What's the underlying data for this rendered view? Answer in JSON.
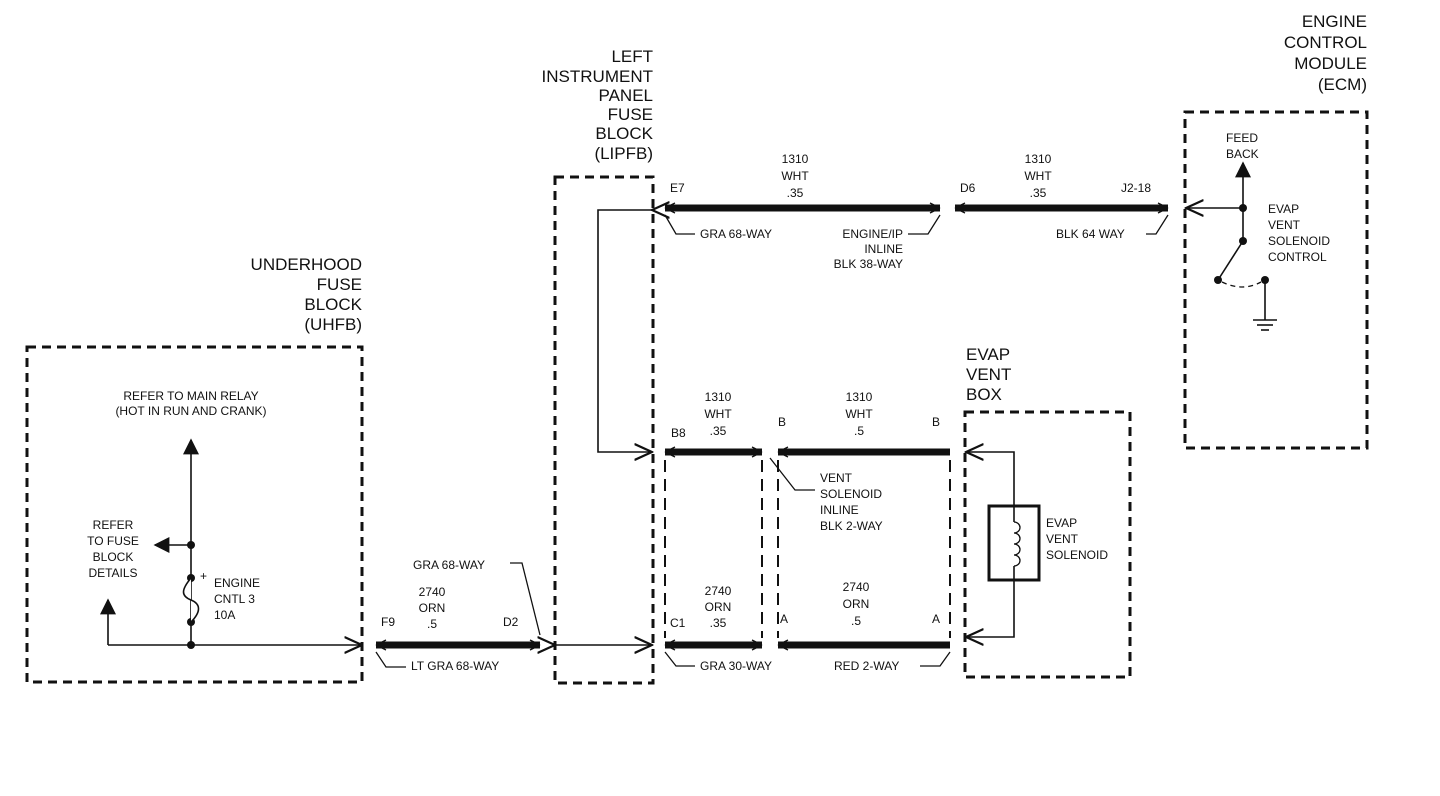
{
  "modules": {
    "ecm": [
      "ENGINE",
      "CONTROL",
      "MODULE",
      "(ECM)"
    ],
    "lipfb": [
      "LEFT",
      "INSTRUMENT",
      "PANEL",
      "FUSE",
      "BLOCK",
      "(LIPFB)"
    ],
    "uhfb": [
      "UNDERHOOD",
      "FUSE",
      "BLOCK",
      "(UHFB)"
    ],
    "evap_box": [
      "EVAP",
      "VENT",
      "BOX"
    ]
  },
  "uhfb_internal": {
    "main_relay": [
      "REFER TO MAIN RELAY",
      "(HOT IN RUN AND CRANK)"
    ],
    "fuse_details": [
      "REFER",
      "TO FUSE",
      "BLOCK",
      "DETAILS"
    ],
    "fuse": [
      "ENGINE",
      "CNTL 3",
      "10A"
    ]
  },
  "ecm_internal": {
    "feedback": [
      "FEED",
      "BACK"
    ],
    "control": [
      "EVAP",
      "VENT",
      "SOLENOID",
      "CONTROL"
    ]
  },
  "solenoid": [
    "EVAP",
    "VENT",
    "SOLENOID"
  ],
  "wires": {
    "top_left": [
      "1310",
      "WHT",
      ".35"
    ],
    "top_right": [
      "1310",
      "WHT",
      ".35"
    ],
    "mid_left": [
      "1310",
      "WHT",
      ".35"
    ],
    "mid_right": [
      "1310",
      "WHT",
      ".5"
    ],
    "low_left": [
      "2740",
      "ORN",
      ".35"
    ],
    "low_right": [
      "2740",
      "ORN",
      ".5"
    ],
    "uhfb_wire": [
      "2740",
      "ORN",
      ".5"
    ]
  },
  "pins": {
    "e7": "E7",
    "d6": "D6",
    "j2": "J2-18",
    "b8": "B8",
    "b_left": "B",
    "b_right": "B",
    "c1": "C1",
    "a_left": "A",
    "a_right": "A",
    "f9": "F9",
    "d2": "D2"
  },
  "connectors": {
    "gra68_top": "GRA 68-WAY",
    "engine_ip": [
      "ENGINE/IP",
      "INLINE",
      "BLK 38-WAY"
    ],
    "blk64": "BLK 64 WAY",
    "vent_inline": [
      "VENT",
      "SOLENOID",
      "INLINE",
      "BLK 2-WAY"
    ],
    "gra30": "GRA 30-WAY",
    "red2": "RED 2-WAY",
    "gra68_low": "GRA 68-WAY",
    "ltgra68": "LT GRA 68-WAY"
  }
}
